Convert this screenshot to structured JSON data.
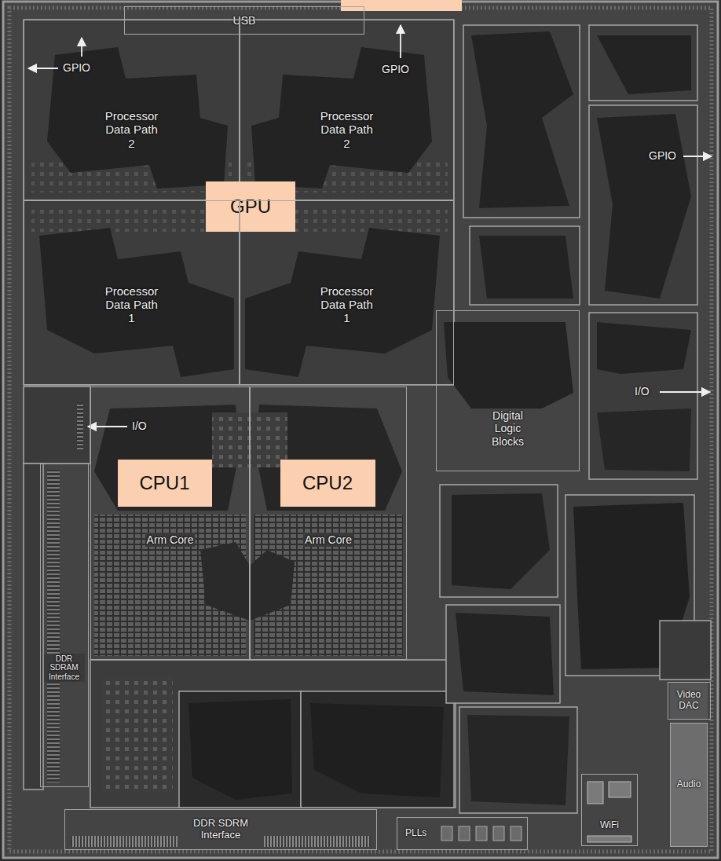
{
  "diagram": {
    "nodes": [
      {
        "text": [
          "USB"
        ]
      },
      {
        "text": [
          "Processor Data Path 2"
        ]
      },
      {
        "text": [
          "Processor Data Path 2"
        ]
      },
      {
        "text": [
          "GPU"
        ]
      },
      {
        "text": [
          "Processor Data Path 1"
        ]
      },
      {
        "text": [
          "Processor Data Path 1"
        ]
      },
      {
        "text": [
          "Digital Logic Blocks"
        ]
      },
      {
        "text": [
          "Arm Core"
        ]
      },
      {
        "text": [
          "CPU1"
        ],
        "in": 7
      },
      {
        "text": [
          "Arm Core"
        ]
      },
      {
        "text": [
          "CPU2"
        ],
        "in": 9
      },
      {
        "text": [
          "DDR SDRAM Interface"
        ]
      },
      {
        "text": [
          "DDR SDRM Interface"
        ]
      },
      {
        "text": [
          "PLLs"
        ]
      },
      {
        "text": [
          "WiFi"
        ]
      },
      {
        "text": [
          "Video DAC"
        ]
      },
      {
        "text": [
          "Audio"
        ]
      }
    ],
    "labels": [
      "GPIO",
      "GPIO",
      "GPIO",
      "I/O",
      "I/O"
    ]
  }
}
